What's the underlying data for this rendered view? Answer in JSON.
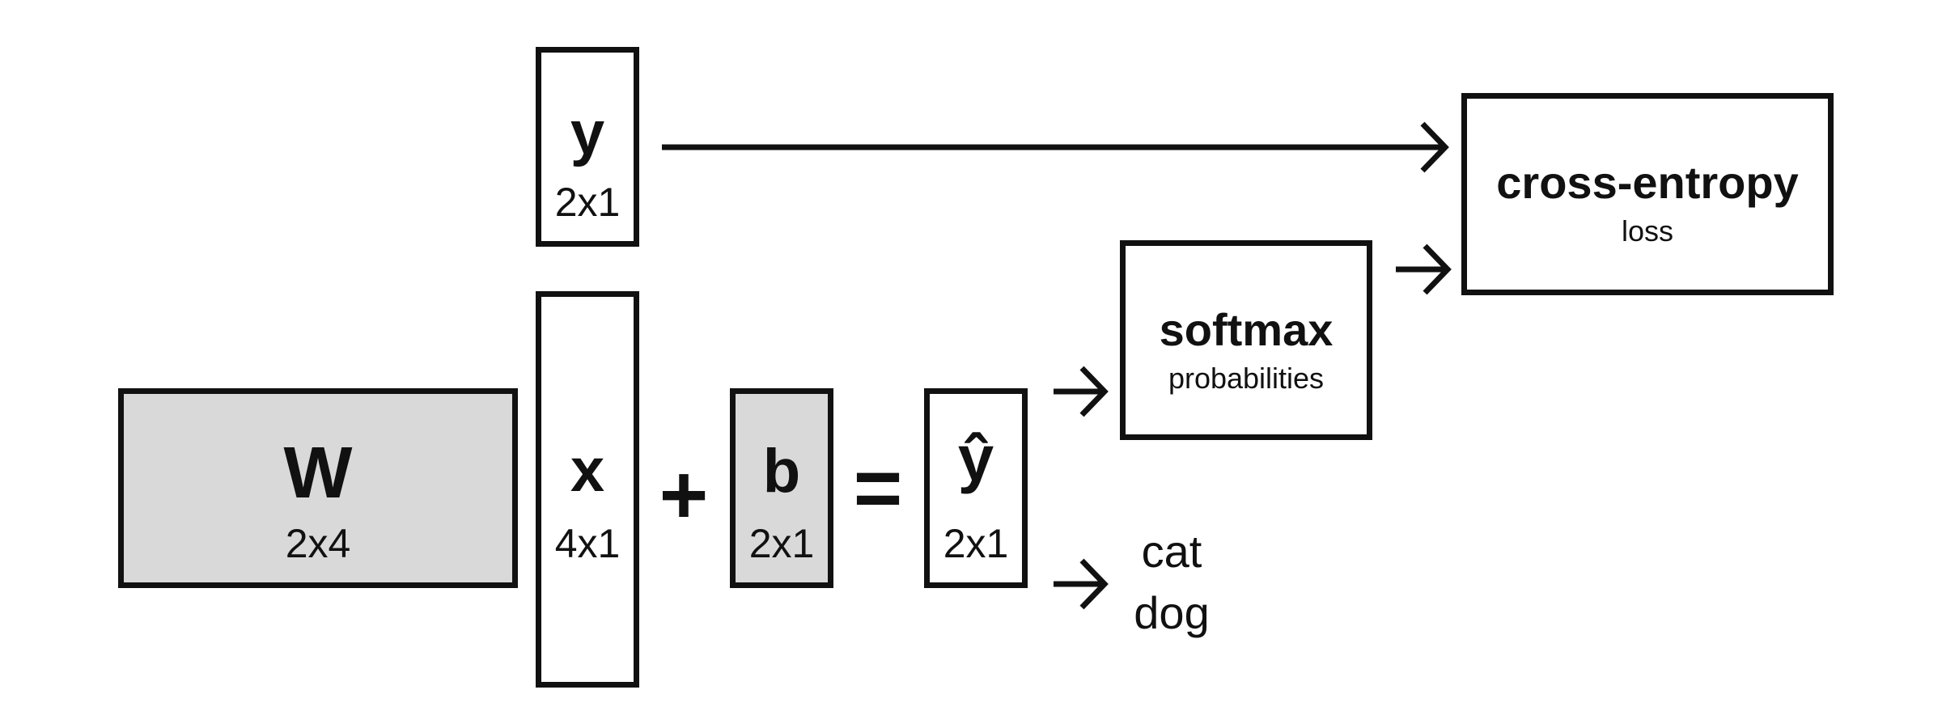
{
  "nodes": {
    "y": {
      "label": "y",
      "shape": "2x1"
    },
    "w": {
      "label": "W",
      "shape": "2x4"
    },
    "x": {
      "label": "x",
      "shape": "4x1"
    },
    "b": {
      "label": "b",
      "shape": "2x1"
    },
    "yhat": {
      "label": "ŷ",
      "shape": "2x1"
    },
    "softmax": {
      "label": "softmax",
      "sublabel": "probabilities"
    },
    "cross_entropy": {
      "label": "cross-entropy",
      "sublabel": "loss"
    }
  },
  "operators": {
    "plus": "+",
    "equals": "="
  },
  "outputs": {
    "class_1": "cat",
    "class_2": "dog"
  },
  "colors": {
    "stroke": "#111111",
    "shaded_fill": "#d9d9d9",
    "background": "#ffffff"
  }
}
